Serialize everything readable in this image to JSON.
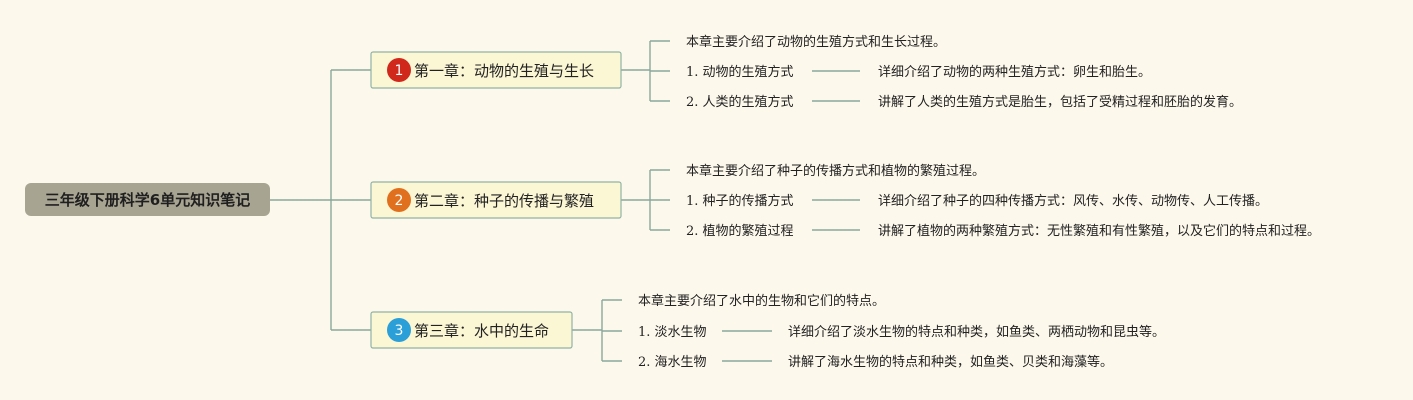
{
  "root": {
    "label": "三年级下册科学6单元知识笔记"
  },
  "colors": {
    "background": "#fdf8ec",
    "line": "#8aa89d",
    "root": "#a8a492",
    "chapter_fill": "#fbf6d4",
    "chapter_border": "#8fb3a5"
  },
  "chapters": [
    {
      "badge": "1",
      "badge_color": "#d0281a",
      "label": "第一章：动物的生殖与生长",
      "summary": "本章主要介绍了动物的生殖方式和生长过程。",
      "topics": [
        {
          "num": "1.",
          "label": "动物的生殖方式",
          "detail": "详细介绍了动物的两种生殖方式：卵生和胎生。"
        },
        {
          "num": "2.",
          "label": "人类的生殖方式",
          "detail": "讲解了人类的生殖方式是胎生，包括了受精过程和胚胎的发育。"
        }
      ]
    },
    {
      "badge": "2",
      "badge_color": "#e0701e",
      "label": "第二章：种子的传播与繁殖",
      "summary": "本章主要介绍了种子的传播方式和植物的繁殖过程。",
      "topics": [
        {
          "num": "1.",
          "label": "种子的传播方式",
          "detail": "详细介绍了种子的四种传播方式：风传、水传、动物传、人工传播。"
        },
        {
          "num": "2.",
          "label": "植物的繁殖过程",
          "detail": "讲解了植物的两种繁殖方式：无性繁殖和有性繁殖，以及它们的特点和过程。"
        }
      ]
    },
    {
      "badge": "3",
      "badge_color": "#2a9fd8",
      "label": "第三章：水中的生命",
      "summary": "本章主要介绍了水中的生物和它们的特点。",
      "topics": [
        {
          "num": "1.",
          "label": "淡水生物",
          "detail": "详细介绍了淡水生物的特点和种类，如鱼类、两栖动物和昆虫等。"
        },
        {
          "num": "2.",
          "label": "海水生物",
          "detail": "讲解了海水生物的特点和种类，如鱼类、贝类和海藻等。"
        }
      ]
    }
  ]
}
